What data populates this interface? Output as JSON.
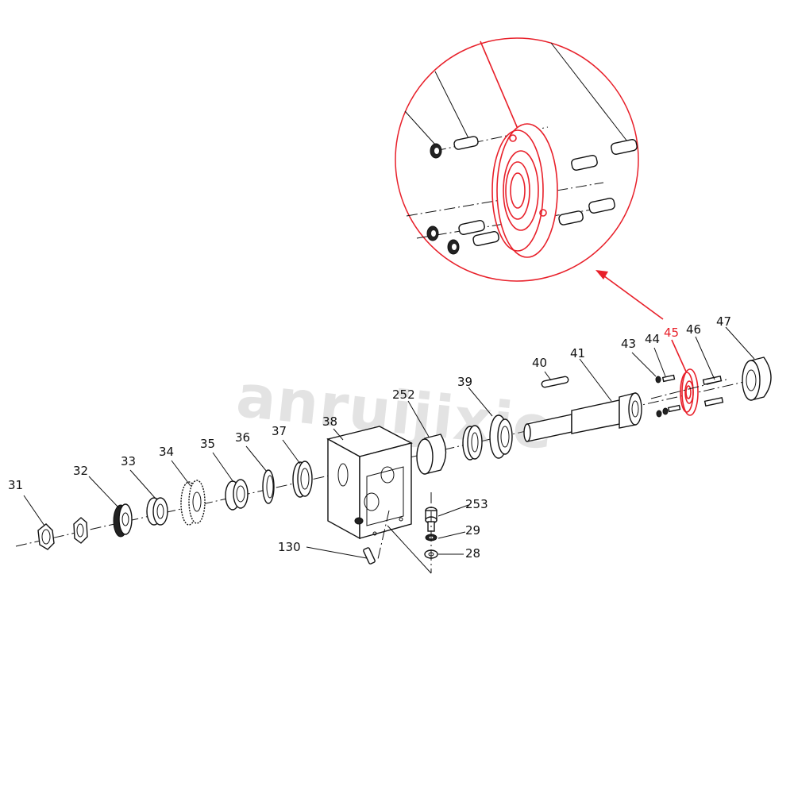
{
  "labels": {
    "p31": "31",
    "p32": "32",
    "p33": "33",
    "p34": "34",
    "p35": "35",
    "p36": "36",
    "p37": "37",
    "p38": "38",
    "p252": "252",
    "p39": "39",
    "p40": "40",
    "p41": "41",
    "p43": "43",
    "p44": "44",
    "p45": "45",
    "p46": "46",
    "p47": "47",
    "p253": "253",
    "p29": "29",
    "p28": "28",
    "p130": "130"
  },
  "highlight_part": "45",
  "watermark": "anruijixie",
  "colors": {
    "highlight": "#e8202a",
    "line": "#111111"
  }
}
